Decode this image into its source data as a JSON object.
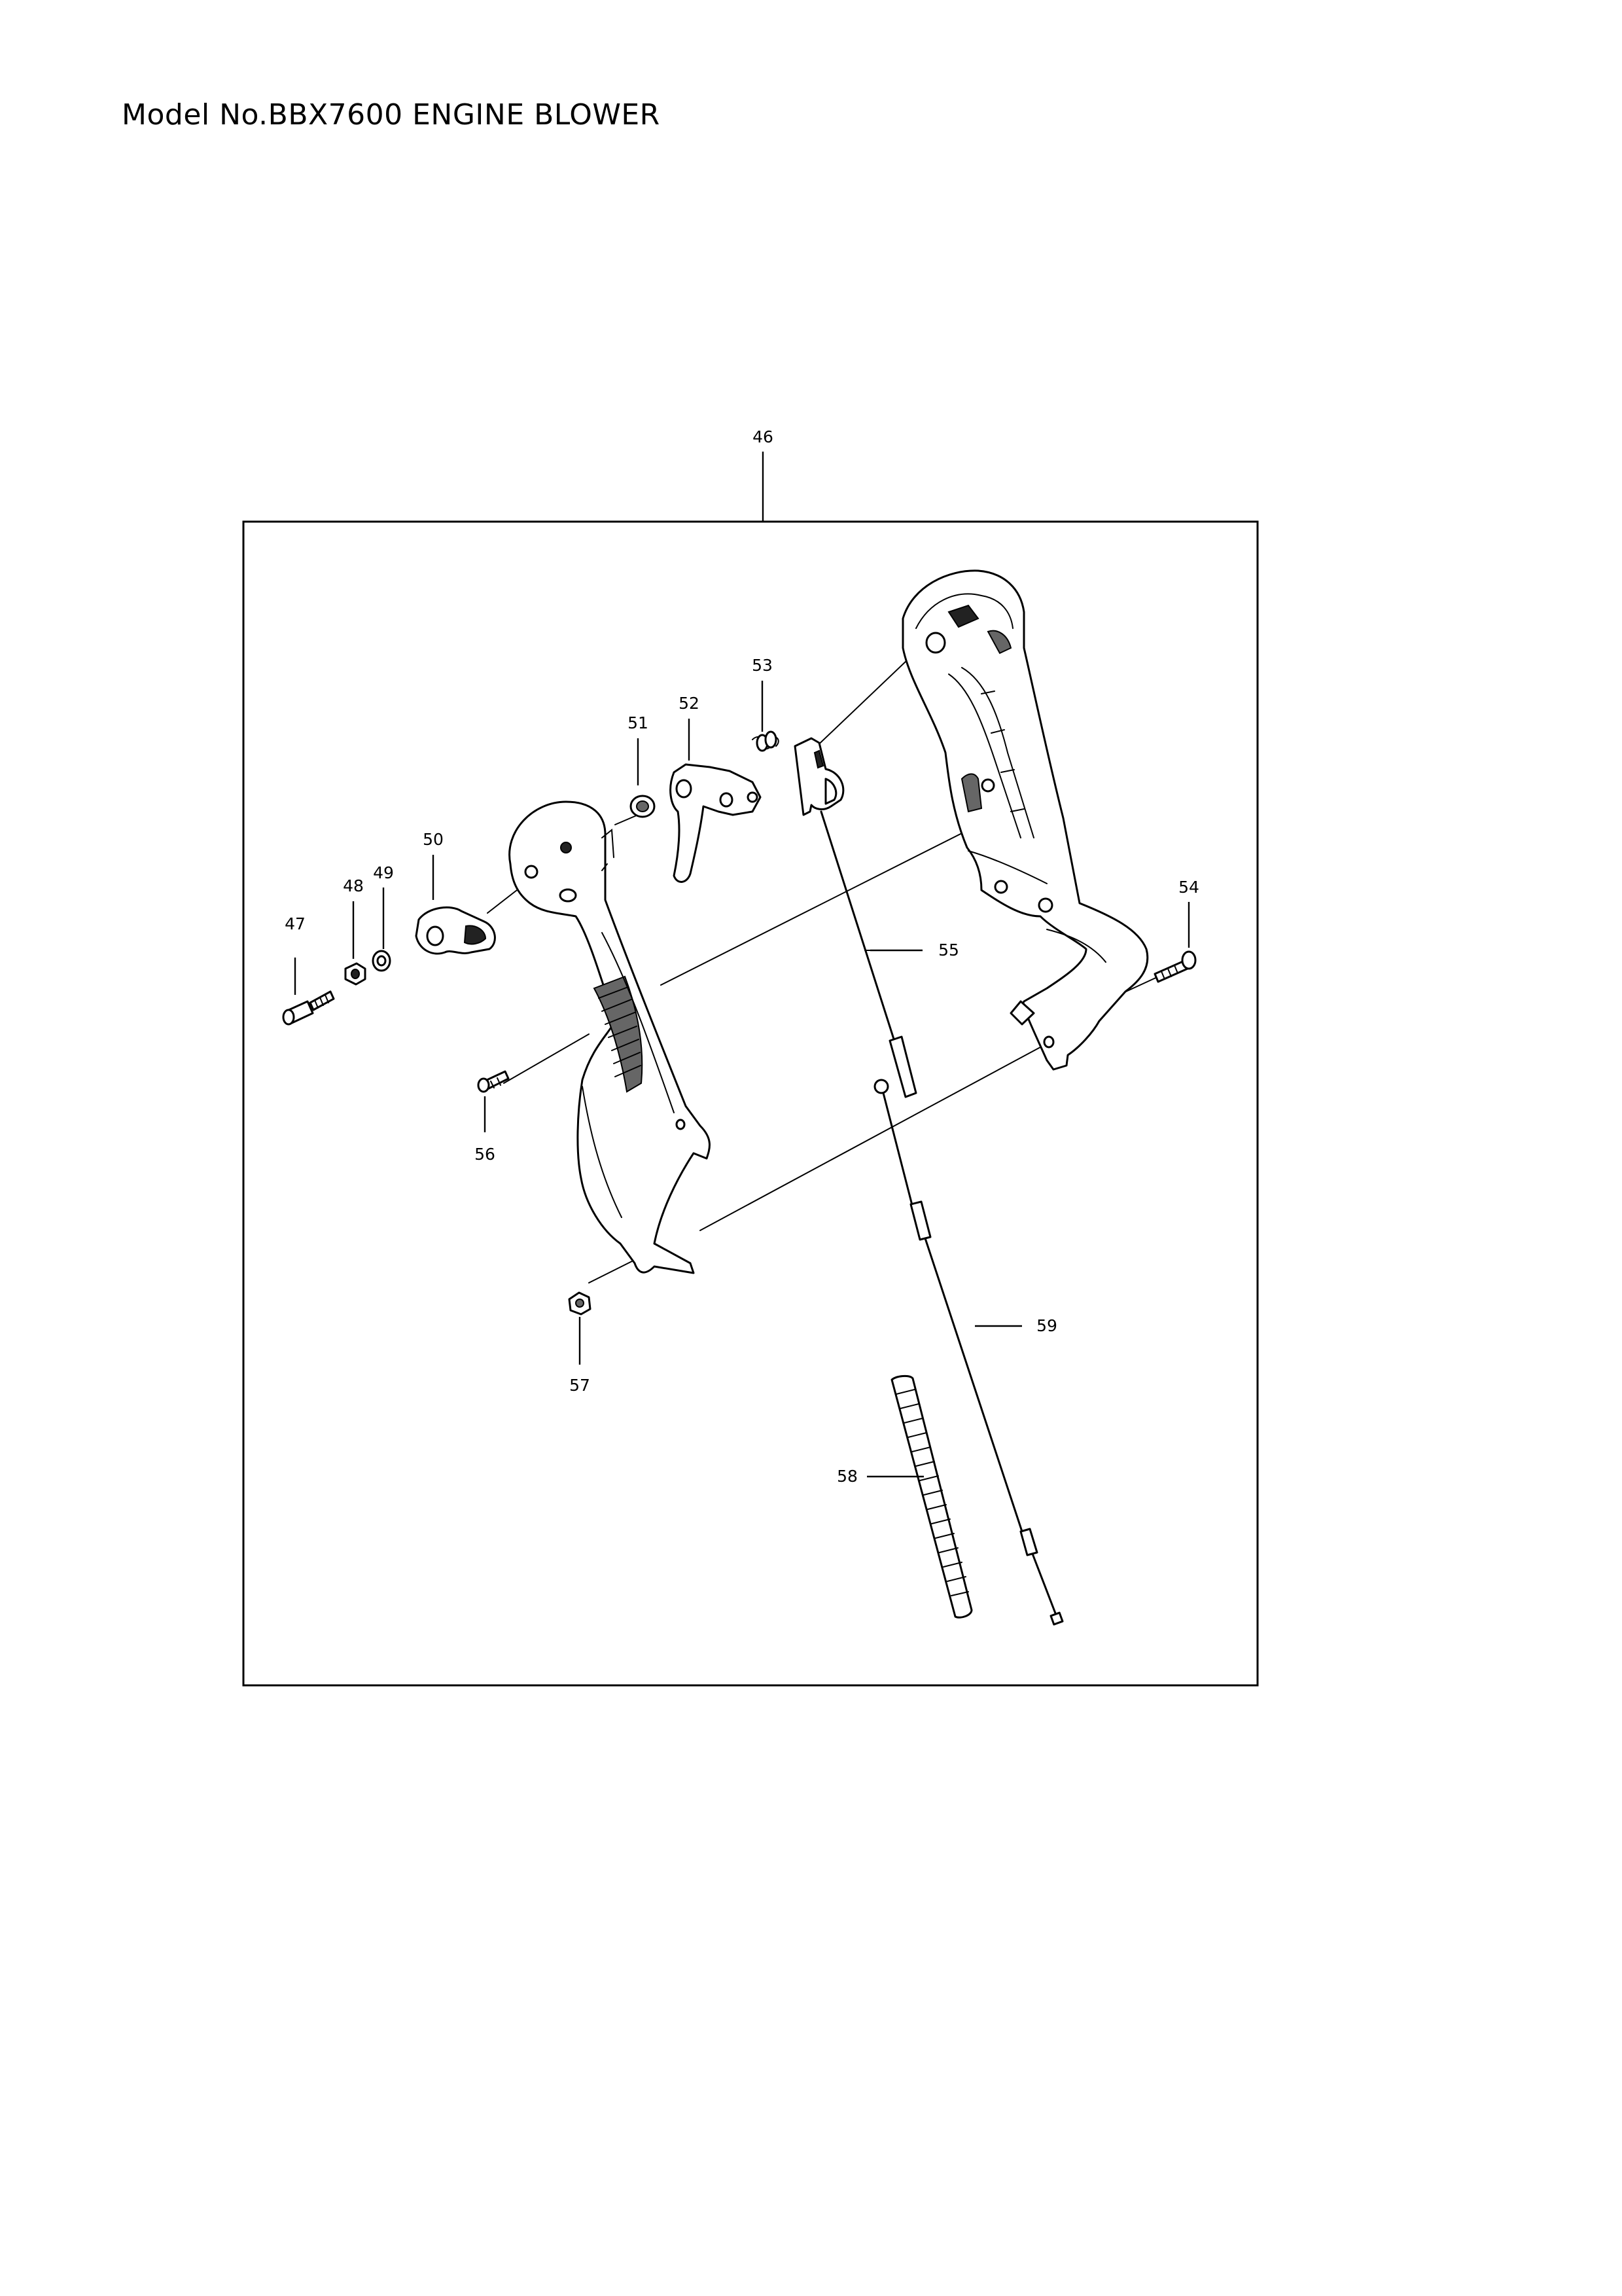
{
  "title": "Model No.BBX7600 ENGINE BLOWER",
  "callouts": {
    "p46": "46",
    "p47": "47",
    "p48": "48",
    "p49": "49",
    "p50": "50",
    "p51": "51",
    "p52": "52",
    "p53": "53",
    "p54": "54",
    "p55": "55",
    "p56": "56",
    "p57": "57",
    "p58": "58",
    "p59": "59"
  }
}
